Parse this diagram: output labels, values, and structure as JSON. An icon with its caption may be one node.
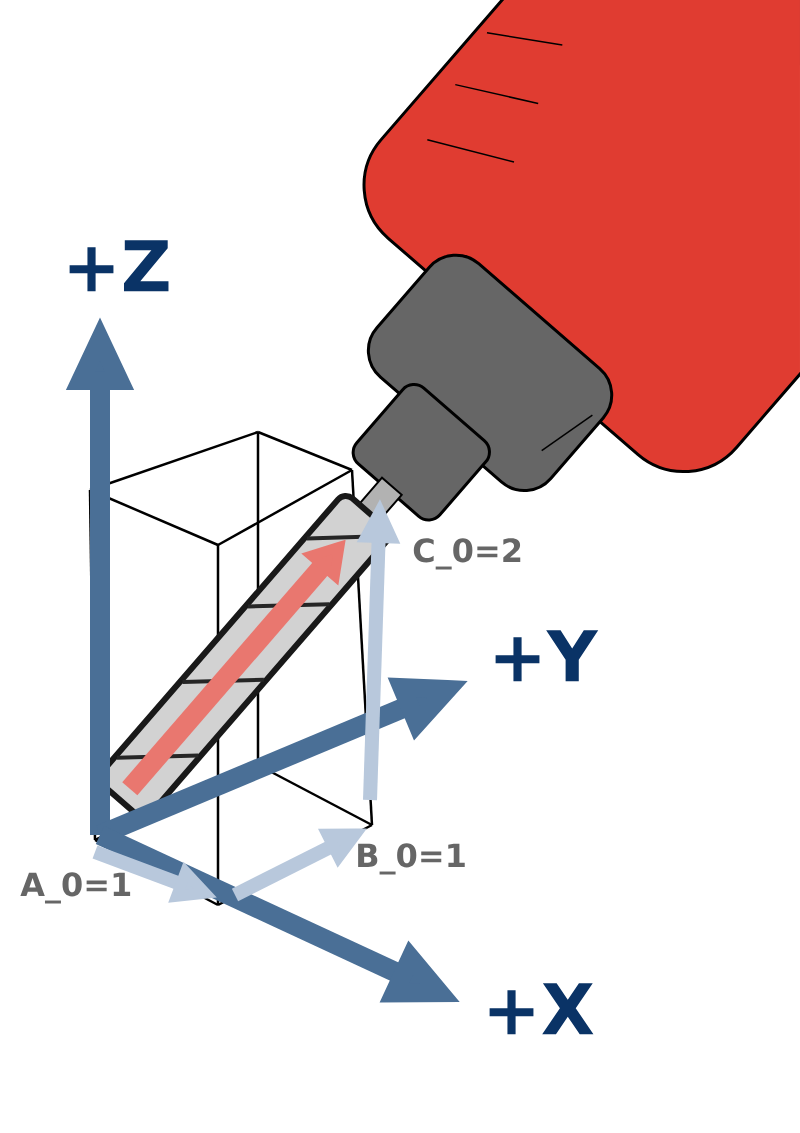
{
  "diagram": {
    "labels": [
      "+Z",
      "C_0=2",
      "+Y",
      "B_0=1",
      "A_0=1",
      "+X"
    ]
  }
}
